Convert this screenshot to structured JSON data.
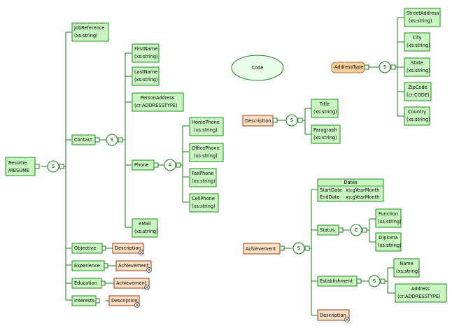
{
  "diagram": {
    "code_label": "Code",
    "resume": {
      "name": "Resume",
      "type": "/RESUME"
    },
    "resume_group": "S",
    "job_ref": {
      "name": "JobReference",
      "type": "(xs:string)"
    },
    "contact": "Contact",
    "contact_group": "S",
    "first_name": {
      "name": "FirstName",
      "type": "(xs:string)"
    },
    "last_name": {
      "name": "LastName",
      "type": "(xs:string)"
    },
    "person_address": {
      "name": "PersonAddress",
      "type": "(cr:ADDRESSTYPE)"
    },
    "phone": "Phone",
    "phone_group": "A",
    "home_phone": {
      "name": "HomePhone",
      "type": "(xs:string)"
    },
    "office_phone": {
      "name": "OfficePhone",
      "type": "(xs:string)"
    },
    "fax_phone": {
      "name": "FaxPhone",
      "type": "(xs:string)"
    },
    "cell_phone": {
      "name": "CellPhone",
      "type": "(xs:string)"
    },
    "email": {
      "name": "eMail",
      "type": "(xs:string)"
    },
    "objective": "Objective",
    "objective_ref": "Description",
    "experience": "Experience",
    "experience_ref": "Achievement",
    "education": "Education",
    "education_ref": "Achievement",
    "interests": "Interests",
    "interests_ref": "Description",
    "address_type": "AddressType",
    "address_group": "S",
    "street_address": {
      "name": "StreetAddress",
      "type": "(xs:string)"
    },
    "city": {
      "name": "City",
      "type": "(xs:string)"
    },
    "state": {
      "name": "State",
      "type": "(xs:string)"
    },
    "zip_code": {
      "name": "ZipCode",
      "type": "(cr:CODE)"
    },
    "country": {
      "name": "Country",
      "type": "(xs:string)"
    },
    "description": "Description",
    "description_group": "S",
    "title": {
      "name": "Title",
      "type": "(xs:string)"
    },
    "paragraph": {
      "name": "Paragraph",
      "type": "(xs:string)"
    },
    "achievement": "Achievement",
    "achievement_group": "S",
    "dates": {
      "name": "Dates",
      "start": "StartDate",
      "start_type": "xs:gYearMonth",
      "end": "EndDate",
      "end_type": "xs:gYearMonth"
    },
    "status": "Status",
    "status_group": "C",
    "function": {
      "name": "Function",
      "type": "(xs:string)"
    },
    "diploma": {
      "name": "Diploma",
      "type": "(xs:string)"
    },
    "establishment": "Establishment",
    "establishment_group": "S",
    "est_name": {
      "name": "Name",
      "type": "(xs:string)"
    },
    "est_address": {
      "name": "Address",
      "type": "(cr:ADDRESSTYPE)"
    },
    "ach_description": "Description",
    "colors": {
      "element_fill": "#c8f5c0",
      "element_border": "#1e8a1e",
      "reference_fill": "#fde0c4",
      "reference_border": "#9a3a1a",
      "connector": "#1a7a1a"
    }
  }
}
